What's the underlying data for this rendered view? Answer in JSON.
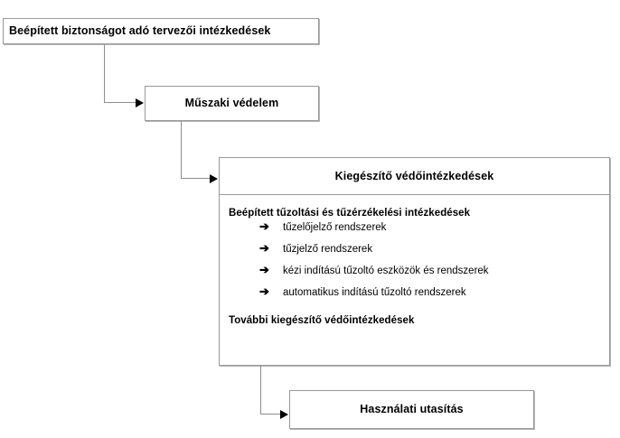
{
  "diagram": {
    "type": "flowchart",
    "orientation": "vertical-cascade",
    "boxes": [
      {
        "id": "root",
        "title": "Beépített biztonságot adó tervezői intézkedések"
      },
      {
        "id": "technical",
        "title": "Műszaki védelem"
      },
      {
        "id": "supplementary",
        "title": "Kiegészítő védőintézkedések",
        "groups": [
          {
            "heading": "Beépített tűzoltási és tűzérzékelési intézkedések",
            "bullet_glyph": "➔",
            "items": [
              "tűzelőjelző rendszerek",
              "tűzjelző rendszerek",
              "kézi indítású tűzoltó eszközök és rendszerek",
              "automatikus indítású tűzoltó rendszerek"
            ]
          },
          {
            "heading": "További kiegészítő védőintézkedések",
            "items": []
          }
        ]
      },
      {
        "id": "manual",
        "title": "Használati utasítás"
      }
    ],
    "connectors": [
      {
        "from": "root",
        "to": "technical",
        "style": "elbow-down-right",
        "arrow": "solid-triangle"
      },
      {
        "from": "technical",
        "to": "supplementary",
        "style": "elbow-down-right",
        "arrow": "solid-triangle"
      },
      {
        "from": "supplementary",
        "to": "manual",
        "style": "elbow-down-right",
        "arrow": "solid-triangle"
      }
    ],
    "colors": {
      "background": "#ffffff",
      "box_border": "#9a9a9a",
      "box_shadow": "#b4b4b4",
      "connector_line": "#8d8d8d",
      "arrow_head": "#000000",
      "text": "#000000"
    }
  }
}
